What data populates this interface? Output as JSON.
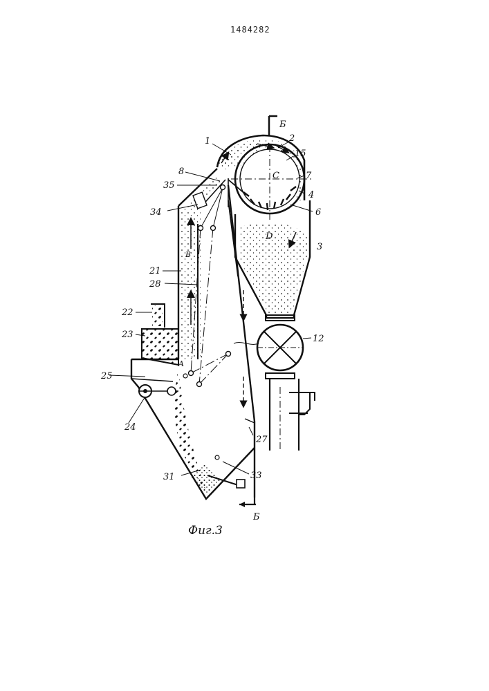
{
  "page_number": "1484282",
  "caption": "Фиг.3",
  "section_marks": {
    "top": "Б",
    "bottom": "Б"
  },
  "zones": {
    "c": "C",
    "d": "D",
    "b": "B",
    "a": "A"
  },
  "labels": {
    "l1": "1",
    "l2": "2",
    "l15": "15",
    "l8": "8",
    "l7": "7",
    "l35": "35",
    "l4": "4",
    "l34": "34",
    "l6": "6",
    "l3": "3",
    "l21": "21",
    "l28": "28",
    "l22": "22",
    "l23": "23",
    "l12": "12",
    "l25": "25",
    "l24": "24",
    "l27": "27",
    "l33": "33",
    "l31": "31"
  }
}
